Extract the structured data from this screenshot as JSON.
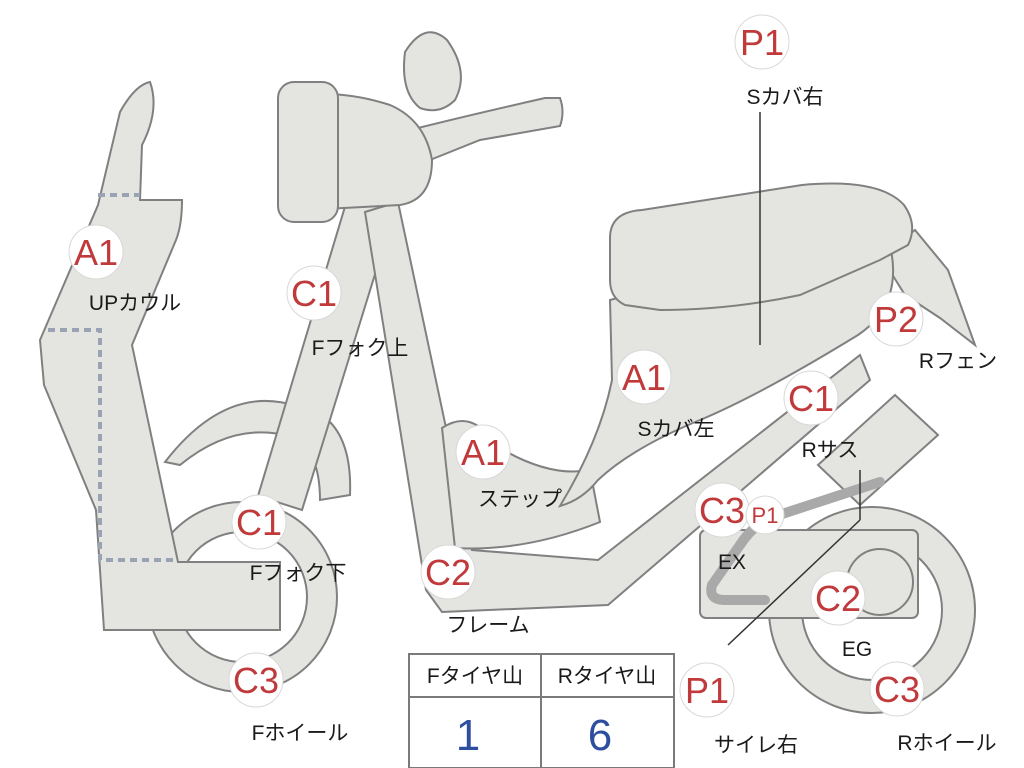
{
  "colors": {
    "grade": "#c0393b",
    "table_value": "#2e4fa0",
    "part_fill": "#e4e4e1",
    "part_stroke": "#808080",
    "dashed_line": "#9aa3b3"
  },
  "parts": [
    {
      "grade": "P1",
      "label": "Sカバ右"
    },
    {
      "grade": "A1",
      "label": "UPカウル"
    },
    {
      "grade": "C1",
      "label": "Fフォク上"
    },
    {
      "grade": "P2",
      "label": "Rフェン"
    },
    {
      "grade": "A1",
      "label": "Sカバ左"
    },
    {
      "grade": "C1",
      "label": "Rサス"
    },
    {
      "grade": "A1",
      "label": "ステップ"
    },
    {
      "grade": "C1",
      "label": "Fフォク下"
    },
    {
      "grade": "C3",
      "label": "EX"
    },
    {
      "grade": "P1",
      "label": ""
    },
    {
      "grade": "C2",
      "label": "フレーム"
    },
    {
      "grade": "C2",
      "label": "EG"
    },
    {
      "grade": "C3",
      "label": "Fホイール"
    },
    {
      "grade": "P1",
      "label": "サイレ右"
    },
    {
      "grade": "C3",
      "label": "Rホイール"
    }
  ],
  "tire_table": {
    "headers": [
      "Fタイヤ山",
      "Rタイヤ山"
    ],
    "values": [
      "1",
      "6"
    ]
  }
}
